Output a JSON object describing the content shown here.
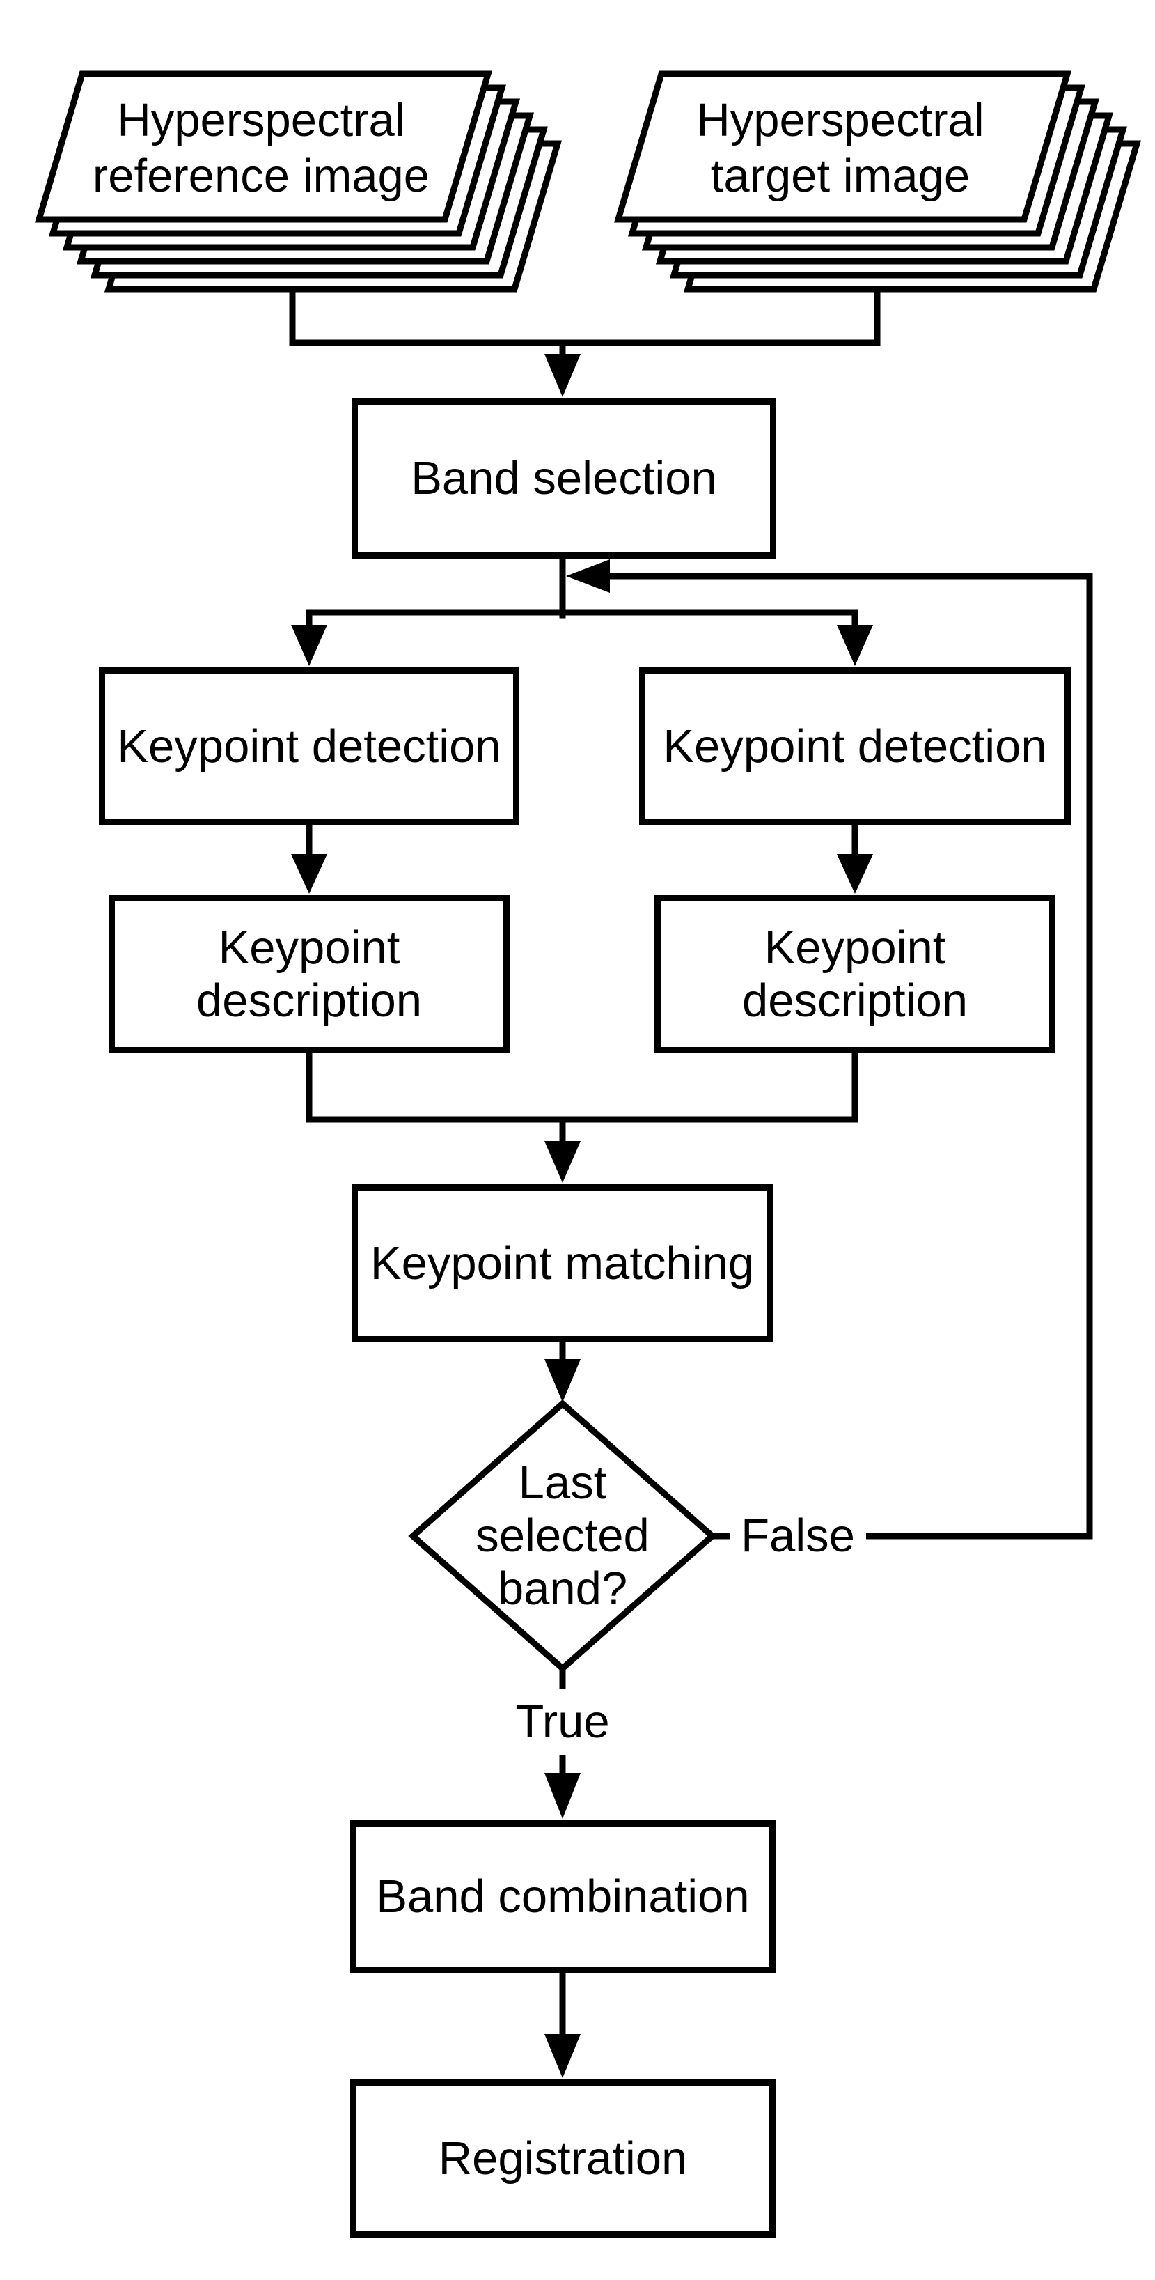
{
  "diagram": {
    "type": "flowchart",
    "background_color": "#ffffff",
    "line_color": "#000000",
    "nodes": {
      "reference_stack": {
        "label": "Hyperspectral\nreference image",
        "shape": "stacked-cards"
      },
      "target_stack": {
        "label": "Hyperspectral\ntarget image",
        "shape": "stacked-cards"
      },
      "band_selection": {
        "label": "Band selection",
        "shape": "rect"
      },
      "keypoint_detection_left": {
        "label": "Keypoint detection",
        "shape": "rect"
      },
      "keypoint_detection_right": {
        "label": "Keypoint detection",
        "shape": "rect"
      },
      "keypoint_description_left": {
        "label": "Keypoint\ndescription",
        "shape": "rect"
      },
      "keypoint_description_right": {
        "label": "Keypoint\ndescription",
        "shape": "rect"
      },
      "keypoint_matching": {
        "label": "Keypoint matching",
        "shape": "rect"
      },
      "last_selected_band": {
        "label": "Last\nselected\nband?",
        "shape": "diamond"
      },
      "band_combination": {
        "label": "Band combination",
        "shape": "rect"
      },
      "registration": {
        "label": "Registration",
        "shape": "rect"
      }
    },
    "edge_labels": {
      "false_branch": "False",
      "true_branch": "True"
    }
  }
}
